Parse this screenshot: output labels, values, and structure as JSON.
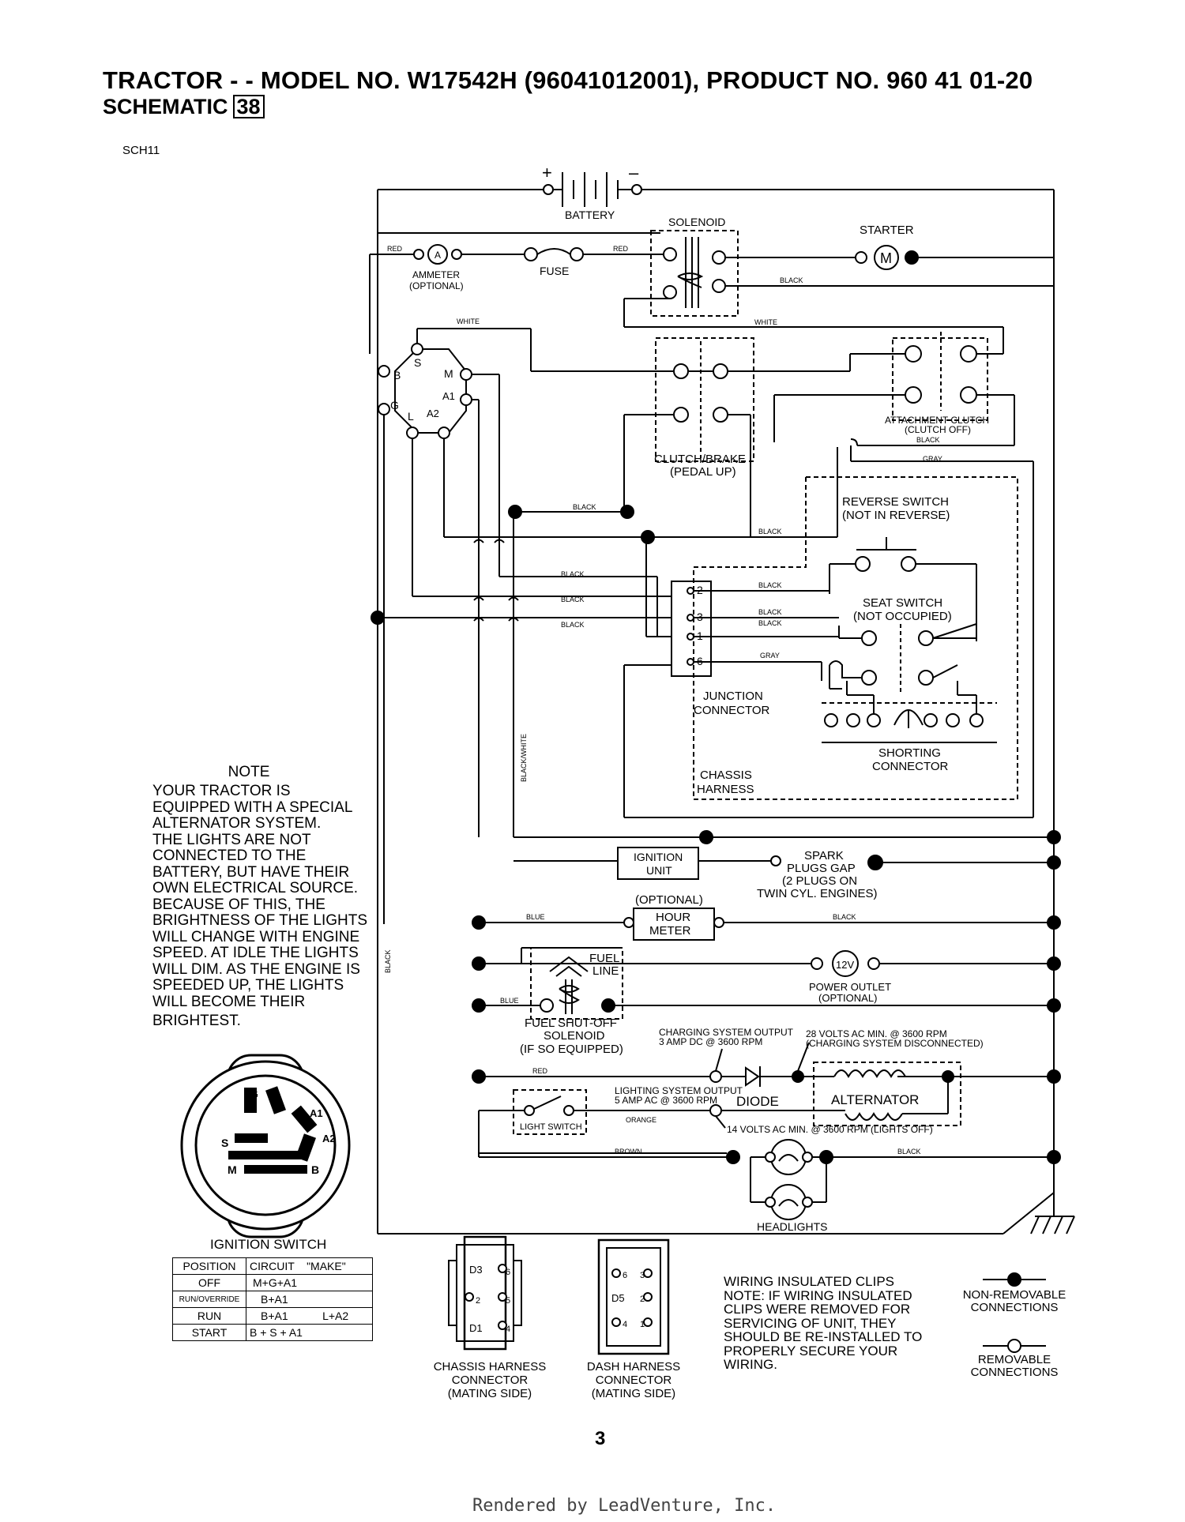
{
  "header": {
    "title": "TRACTOR - - MODEL NO. W17542H  (96041012001), PRODUCT NO. 960 41 01-20",
    "schematic_label": "SCHEMATIC",
    "schematic_number": "38",
    "code": "SCH11"
  },
  "components": {
    "battery": "BATTERY",
    "battery_plus": "+",
    "battery_minus": "–",
    "solenoid": "SOLENOID",
    "starter": "STARTER",
    "motor_symbol": "M",
    "ammeter_symbol": "A",
    "ammeter": "AMMETER",
    "ammeter_optional": "(OPTIONAL)",
    "fuse": "FUSE",
    "clutch_brake": "CLUTCH/BRAKE",
    "clutch_brake_sub": "(PEDAL UP)",
    "attachment_clutch": "ATTACHMENT CLUTCH",
    "attachment_clutch_sub": "(CLUTCH OFF)",
    "reverse_switch": "REVERSE SWITCH",
    "reverse_switch_sub": "(NOT IN REVERSE)",
    "seat_switch": "SEAT SWITCH",
    "seat_switch_sub": "(NOT OCCUPIED)",
    "junction_connector_1": "JUNCTION",
    "junction_connector_2": "CONNECTOR",
    "shorting_connector_1": "SHORTING",
    "shorting_connector_2": "CONNECTOR",
    "chassis_harness_1": "CHASSIS",
    "chassis_harness_2": "HARNESS",
    "ignition_unit_1": "IGNITION",
    "ignition_unit_2": "UNIT",
    "spark_1": "SPARK",
    "spark_2": "PLUGS GAP",
    "spark_3": "(2 PLUGS ON",
    "spark_4": "TWIN CYL. ENGINES)",
    "hour_meter_optional": "(OPTIONAL)",
    "hour_meter_1": "HOUR",
    "hour_meter_2": "METER",
    "fuel_line_1": "FUEL",
    "fuel_line_2": "LINE",
    "power_outlet_symbol": "12V",
    "power_outlet": "POWER OUTLET",
    "power_outlet_sub": "(OPTIONAL)",
    "fuel_shutoff_1": "FUEL SHUT-OFF",
    "fuel_shutoff_2": "SOLENOID",
    "fuel_shutoff_3": "(IF SO EQUIPPED)",
    "charging_output_1": "CHARGING SYSTEM OUTPUT",
    "charging_output_2": "3 AMP DC @ 3600 RPM",
    "volts28_1": "28 VOLTS AC MIN. @ 3600 RPM",
    "volts28_2": "(CHARGING SYSTEM DISCONNECTED)",
    "diode": "DIODE",
    "alternator": "ALTERNATOR",
    "lighting_output_1": "LIGHTING SYSTEM OUTPUT",
    "lighting_output_2": "5 AMP AC @ 3600 RPM",
    "light_switch": "LIGHT SWITCH",
    "volts14": "14 VOLTS AC MIN. @ 3600 RPM (LIGHTS OFF)",
    "headlights": "HEADLIGHTS",
    "ign_terminals": [
      "B",
      "S",
      "M",
      "G",
      "L",
      "A1",
      "A2"
    ],
    "junction_pins": [
      "2",
      "3",
      "1",
      "6"
    ]
  },
  "wires": {
    "red": "RED",
    "black": "BLACK",
    "white": "WHITE",
    "gray": "GRAY",
    "blue": "BLUE",
    "orange": "ORANGE",
    "brown": "BROWN",
    "black_white": "BLACK/WHITE"
  },
  "note": {
    "title": "NOTE",
    "lines": [
      "YOUR TRACTOR IS",
      "EQUIPPED WITH A SPECIAL",
      "ALTERNATOR SYSTEM.",
      "THE LIGHTS ARE NOT",
      "CONNECTED TO THE",
      "BATTERY, BUT HAVE THEIR",
      "OWN ELECTRICAL SOURCE.",
      "BECAUSE OF THIS, THE",
      "BRIGHTNESS OF THE LIGHTS",
      "WILL CHANGE WITH ENGINE",
      "SPEED.  AT IDLE THE LIGHTS",
      "WILL DIM.  AS THE ENGINE IS",
      "SPEEDED UP, THE LIGHTS",
      "WILL BECOME THEIR",
      "BRIGHTEST."
    ]
  },
  "ignition_switch": {
    "title": "IGNITION SWITCH",
    "face_labels": [
      "G",
      "L",
      "A1",
      "S",
      "A2",
      "M",
      "B"
    ],
    "headers": [
      "POSITION",
      "CIRCUIT    \"MAKE\""
    ],
    "rows": [
      {
        "position": "OFF",
        "circuit": "M+G+A1",
        "extra": ""
      },
      {
        "position": "RUN/OVERRIDE",
        "circuit": "B+A1",
        "extra": ""
      },
      {
        "position": "RUN",
        "circuit": "B+A1",
        "extra": "L+A2"
      },
      {
        "position": "START",
        "circuit": "B + S + A1",
        "extra": ""
      }
    ]
  },
  "connectors": {
    "chassis": [
      "CHASSIS HARNESS",
      "CONNECTOR",
      "(MATING SIDE)"
    ],
    "chassis_pins": [
      "D3",
      "6",
      "2",
      "5",
      "D1",
      "4"
    ],
    "dash": [
      "DASH HARNESS",
      "CONNECTOR",
      "(MATING SIDE)"
    ],
    "dash_pins": [
      "6",
      "3",
      "D5",
      "2",
      "4",
      "1"
    ]
  },
  "wiring_note": {
    "lines": [
      "WIRING INSULATED CLIPS",
      "NOTE: IF WIRING INSULATED",
      "CLIPS WERE REMOVED FOR",
      "SERVICING OF UNIT, THEY",
      "SHOULD BE RE-INSTALLED TO",
      "PROPERLY SECURE YOUR",
      "WIRING."
    ]
  },
  "legend": {
    "non_removable_1": "NON-REMOVABLE",
    "non_removable_2": "CONNECTIONS",
    "removable_1": "REMOVABLE",
    "removable_2": "CONNECTIONS"
  },
  "page_number": "3",
  "footer": "Rendered by LeadVenture, Inc."
}
